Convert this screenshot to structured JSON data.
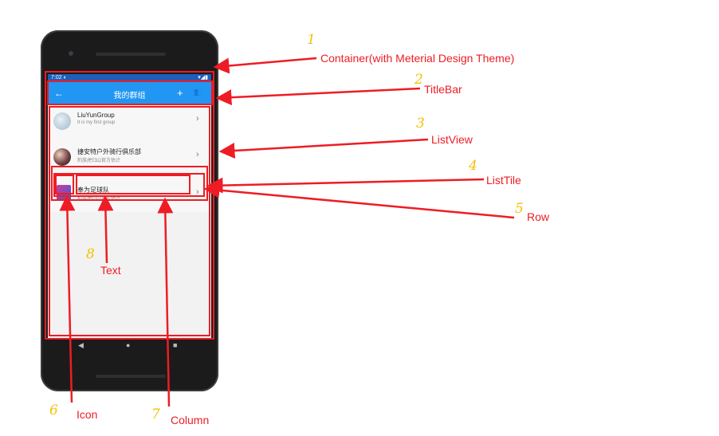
{
  "phone": {
    "statusbar": {
      "time": "7:02",
      "left_icons": "◐",
      "right_icons": "▾◢▮"
    },
    "titlebar": {
      "back_icon": "←",
      "title": "我的群组",
      "add_icon": "+",
      "group_add_icon": "👥"
    },
    "list": [
      {
        "title": "LiuYunGroup",
        "subtitle": "It is my first group",
        "chevron": "›",
        "avatar_color": "#9fb7c9"
      },
      {
        "title": "捷安特户外骑行俱乐部",
        "subtitle": "豹族虎归山官方估计",
        "chevron": "›",
        "avatar_color": "#6b3a3a"
      },
      {
        "title": "奉为足球队",
        "subtitle": "豹族虎归山官方估计",
        "chevron": "›",
        "avatar_color": "#3b5bd6"
      }
    ],
    "navbar": {
      "back": "◀",
      "home": "●",
      "recent": "■"
    }
  },
  "annotations": [
    {
      "number": "1",
      "label": "Container(with Meterial Design Theme)"
    },
    {
      "number": "2",
      "label": "TitleBar"
    },
    {
      "number": "3",
      "label": "ListView"
    },
    {
      "number": "4",
      "label": "ListTile"
    },
    {
      "number": "5",
      "label": "Row"
    },
    {
      "number": "6",
      "label": "Icon"
    },
    {
      "number": "7",
      "label": "Column"
    },
    {
      "number": "8",
      "label": "Text"
    }
  ],
  "colors": {
    "annotation": "#ee1c24",
    "number": "#f2c200",
    "appbar": "#2196f3"
  }
}
